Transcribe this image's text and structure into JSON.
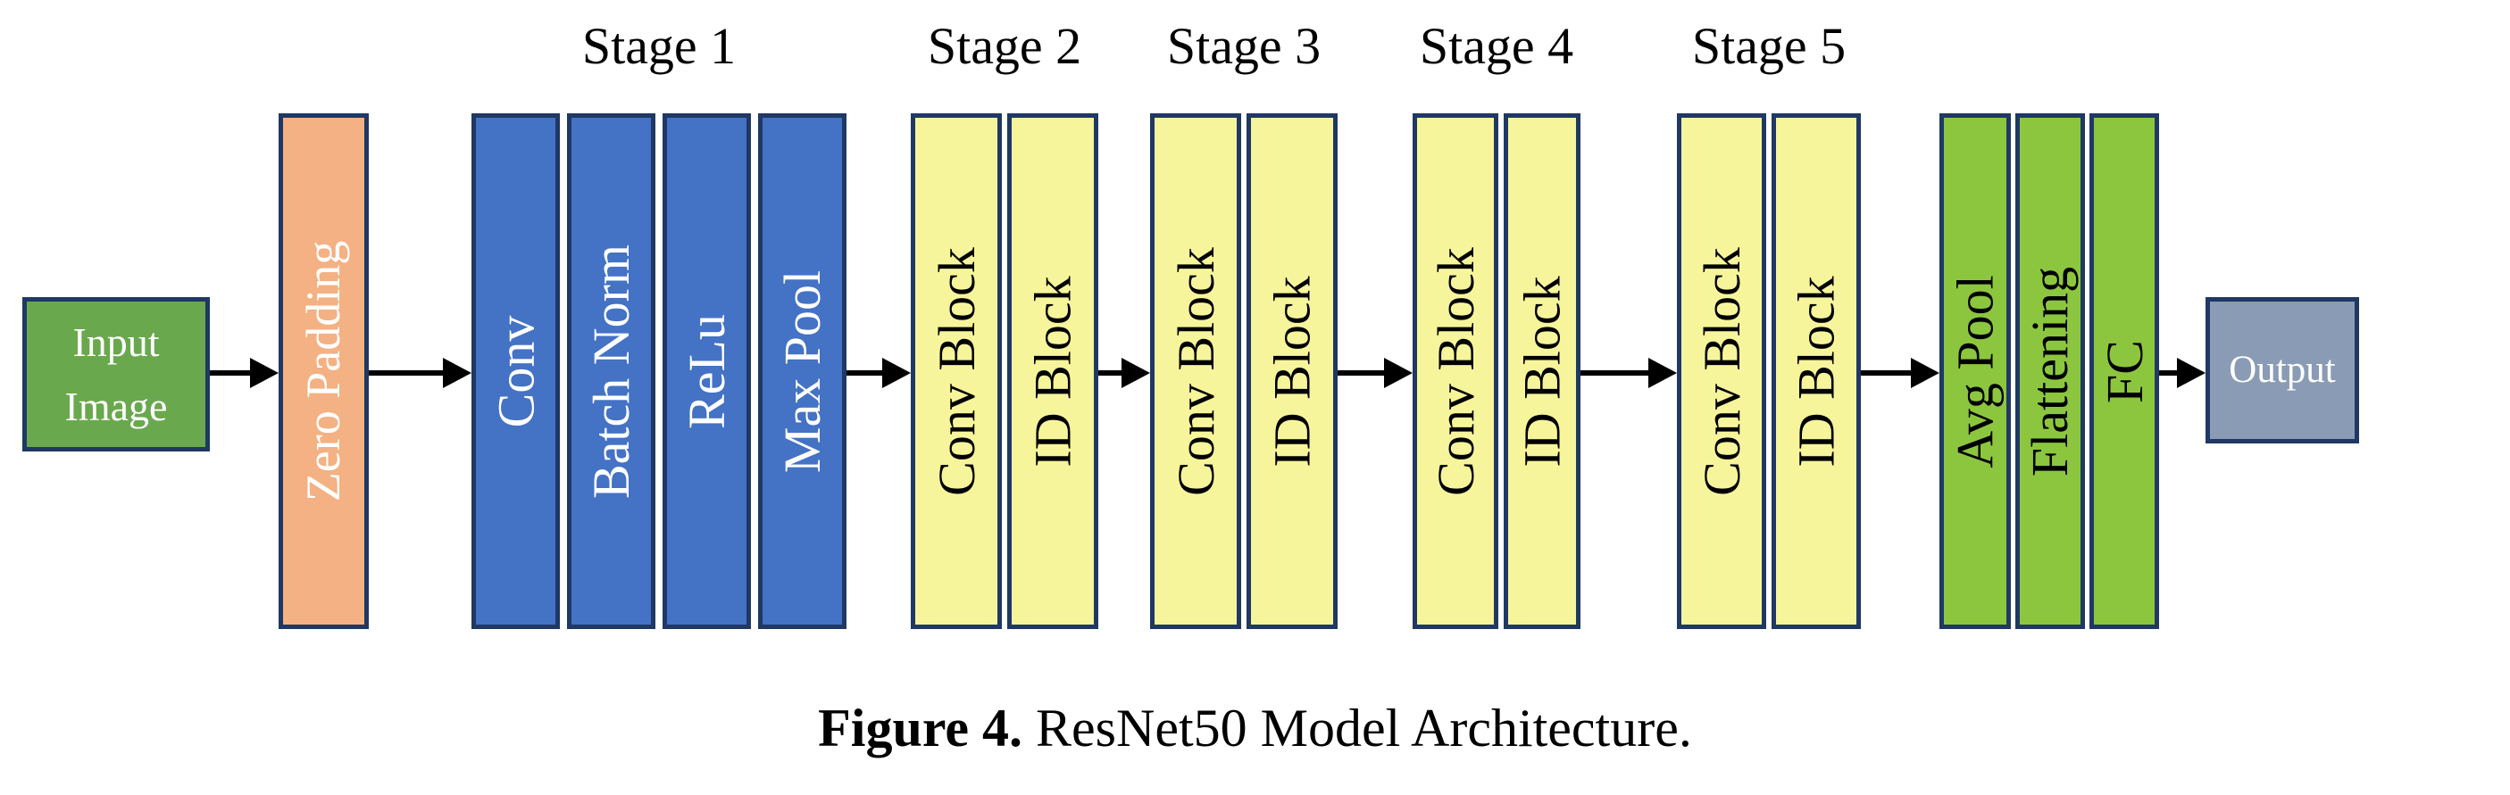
{
  "caption": {
    "bold": "Figure 4.",
    "rest": " ResNet50 Model Architecture."
  },
  "stage_labels": [
    "Stage 1",
    "Stage 2",
    "Stage 3",
    "Stage 4",
    "Stage 5"
  ],
  "input_box": {
    "line1": "Input",
    "line2": "Image"
  },
  "output_box": {
    "label": "Output"
  },
  "bars": {
    "zero_padding": "Zero Padding",
    "stage1": [
      "Conv",
      "Batch Norm",
      "ReLu",
      "Max Pool"
    ],
    "stage2": [
      "Conv Block",
      "ID Block"
    ],
    "stage3": [
      "Conv Block",
      "ID Block"
    ],
    "stage4": [
      "Conv Block",
      "ID Block"
    ],
    "stage5": [
      "Conv Block",
      "ID Block"
    ],
    "head": [
      "Avg Pool",
      "Flattening",
      "FC"
    ]
  },
  "colors": {
    "input_green": "#6aa84e",
    "zero_padding_salmon": "#f4b183",
    "stage1_blue": "#4472c4",
    "block_yellow": "#f7f59b",
    "head_green": "#8cc63e",
    "output_blue_gray": "#8a9bb5",
    "border_navy": "#1f3864",
    "arrow_black": "#000000",
    "label_black": "#000000",
    "text_white": "#ffffff"
  }
}
